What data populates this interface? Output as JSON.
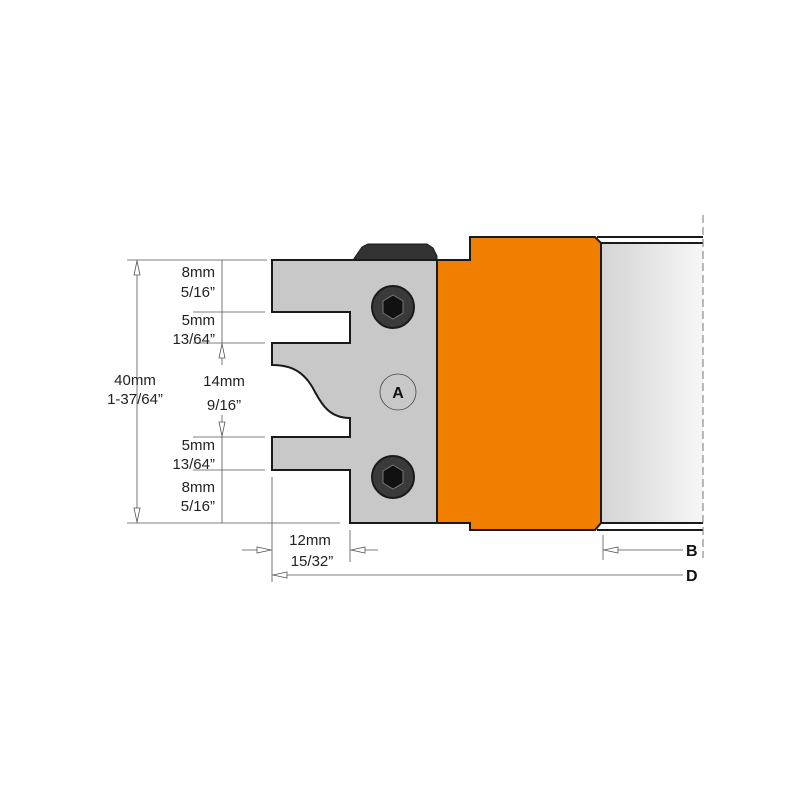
{
  "colors": {
    "body": "#f07f00",
    "knife": "#c8c8c8",
    "screw": "#3a3a3a",
    "outline": "#1a1a1a"
  },
  "dimensions": {
    "overall": {
      "mm": "40mm",
      "inch": "1-37/64”"
    },
    "top_land": {
      "mm": "8mm",
      "inch": "5/16”"
    },
    "top_groove": {
      "mm": "5mm",
      "inch": "13/64”"
    },
    "profile": {
      "mm": "14mm",
      "inch": "9/16”"
    },
    "bottom_groove": {
      "mm": "5mm",
      "inch": "13/64”"
    },
    "bottom_land": {
      "mm": "8mm",
      "inch": "5/16”"
    },
    "depth": {
      "mm": "12mm",
      "inch": "15/32”"
    }
  },
  "knife_label": "A",
  "bore_label": "B",
  "diameter_label": "D"
}
